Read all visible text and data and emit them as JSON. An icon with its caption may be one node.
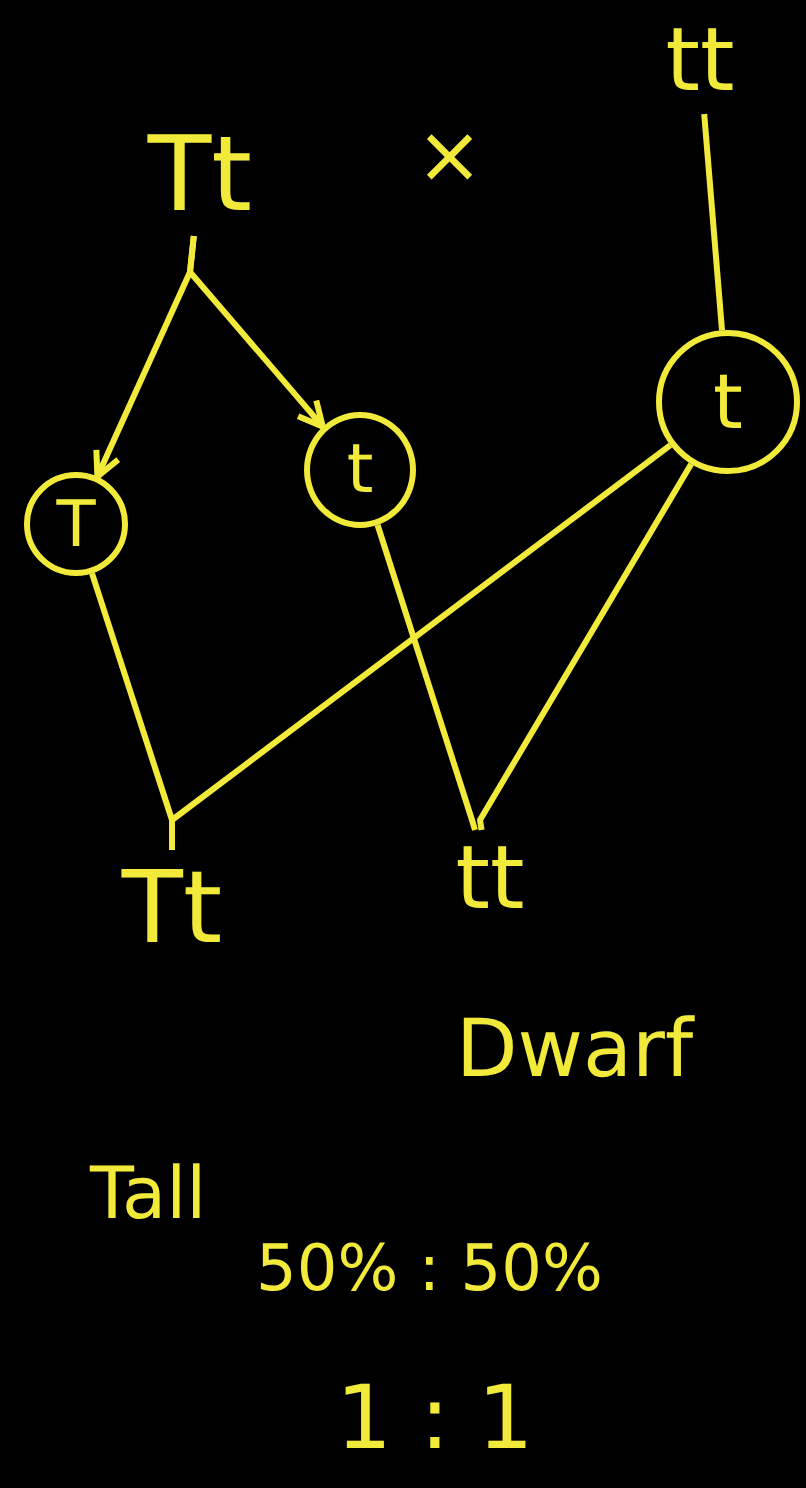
{
  "diagram": {
    "nodes": [
      {
        "text": [
          "Tt"
        ]
      },
      {
        "text": [
          "tt"
        ]
      },
      {
        "text": [
          "T"
        ]
      },
      {
        "text": [
          "t"
        ]
      },
      {
        "text": [
          "t"
        ]
      },
      {
        "text": [
          "Tt"
        ],
        "beside": [
          "Tall"
        ]
      },
      {
        "text": [
          "tt"
        ],
        "beside": [
          "Dwarf"
        ]
      }
    ],
    "edges": [
      {
        "from": 0,
        "to": 2,
        "arrow": "to"
      },
      {
        "from": 0,
        "to": 3,
        "arrow": "to"
      },
      {
        "from": 1,
        "to": 4,
        "arrow": "none"
      },
      {
        "from": 2,
        "to": 5,
        "arrow": "none"
      },
      {
        "from": 4,
        "to": 5,
        "arrow": "none"
      },
      {
        "from": 3,
        "to": 6,
        "arrow": "none"
      },
      {
        "from": 4,
        "to": 6,
        "arrow": "none"
      }
    ],
    "labels": [
      "×",
      "50% : 50%",
      "1 : 1"
    ]
  }
}
